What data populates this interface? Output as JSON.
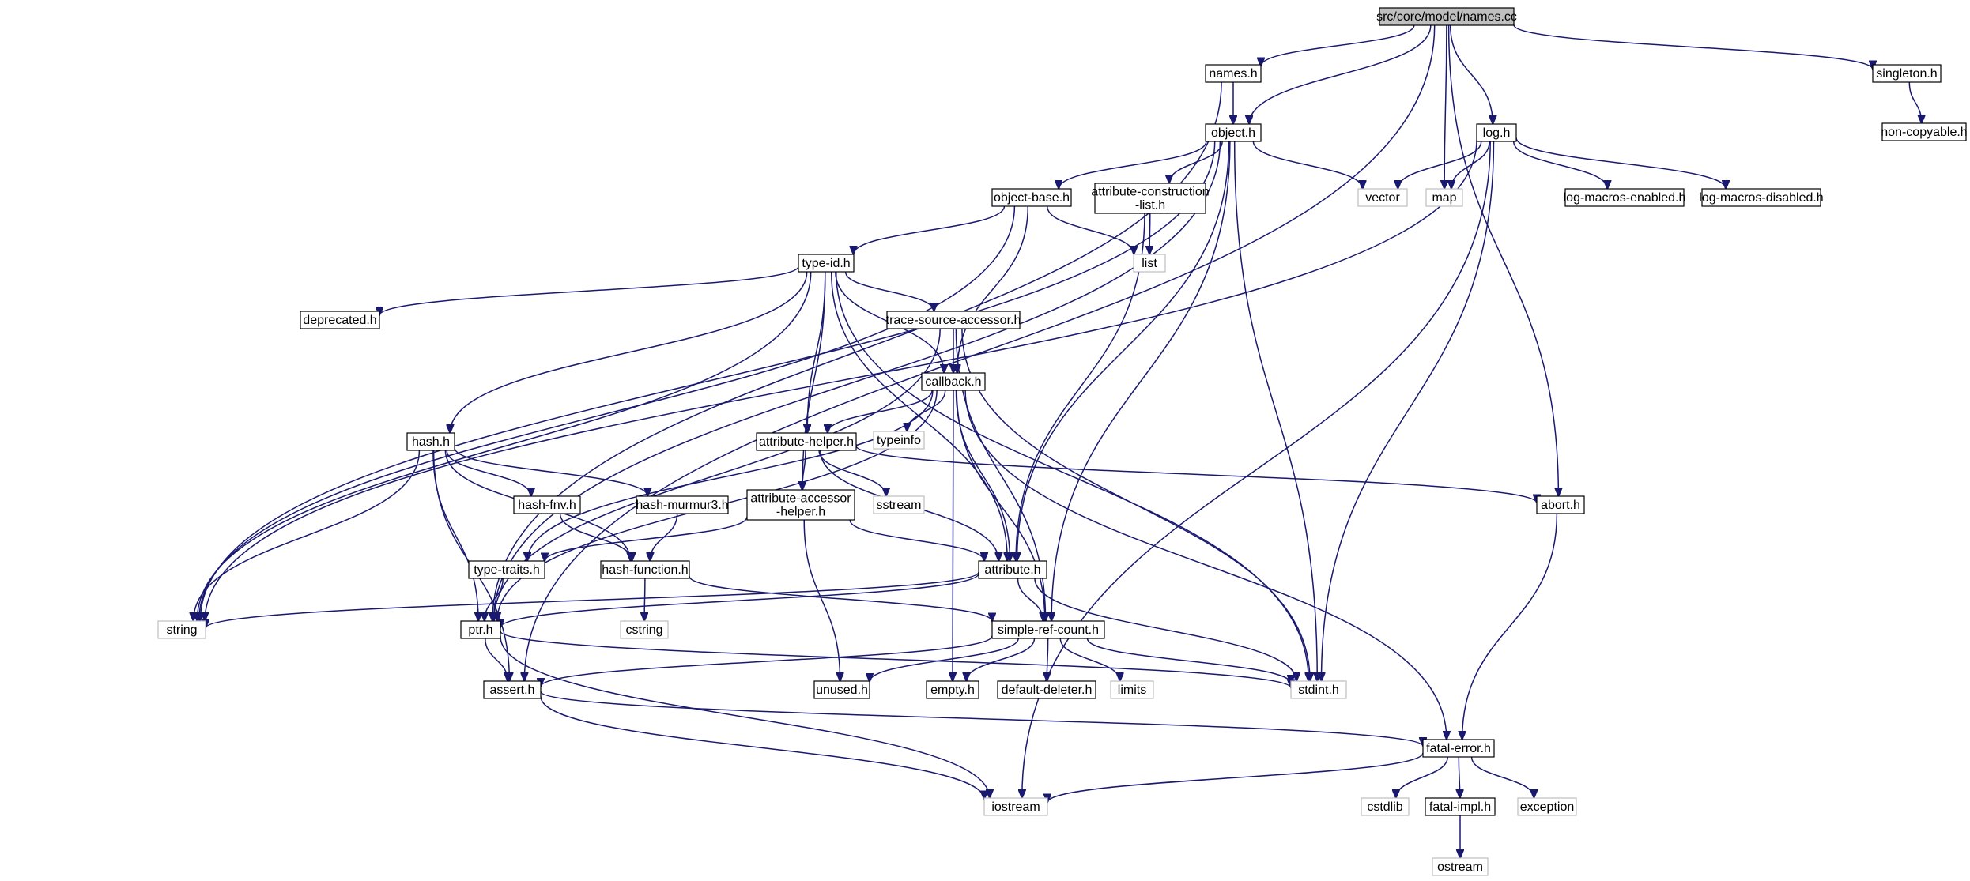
{
  "diagram": {
    "edge_color": "#191970",
    "nodes": [
      {
        "id": "names_cc",
        "lines": [
          "src/core/model/names.cc"
        ],
        "kind": "root"
      },
      {
        "id": "names_h",
        "lines": [
          "names.h"
        ],
        "kind": "header"
      },
      {
        "id": "singleton_h",
        "lines": [
          "singleton.h"
        ],
        "kind": "header"
      },
      {
        "id": "non_copyable_h",
        "lines": [
          "non-copyable.h"
        ],
        "kind": "header"
      },
      {
        "id": "object_h",
        "lines": [
          "object.h"
        ],
        "kind": "header"
      },
      {
        "id": "log_h",
        "lines": [
          "log.h"
        ],
        "kind": "header"
      },
      {
        "id": "vector",
        "lines": [
          "vector"
        ],
        "kind": "system"
      },
      {
        "id": "map",
        "lines": [
          "map"
        ],
        "kind": "system"
      },
      {
        "id": "log_macros_enabled_h",
        "lines": [
          "log-macros-enabled.h"
        ],
        "kind": "header"
      },
      {
        "id": "log_macros_disabled_h",
        "lines": [
          "log-macros-disabled.h"
        ],
        "kind": "header"
      },
      {
        "id": "object_base_h",
        "lines": [
          "object-base.h"
        ],
        "kind": "header"
      },
      {
        "id": "attribute_construction_list_h",
        "lines": [
          "attribute-construction",
          "-list.h"
        ],
        "kind": "header"
      },
      {
        "id": "list",
        "lines": [
          "list"
        ],
        "kind": "system"
      },
      {
        "id": "type_id_h",
        "lines": [
          "type-id.h"
        ],
        "kind": "header"
      },
      {
        "id": "deprecated_h",
        "lines": [
          "deprecated.h"
        ],
        "kind": "header"
      },
      {
        "id": "trace_source_accessor_h",
        "lines": [
          "trace-source-accessor.h"
        ],
        "kind": "header"
      },
      {
        "id": "callback_h",
        "lines": [
          "callback.h"
        ],
        "kind": "header"
      },
      {
        "id": "typeinfo",
        "lines": [
          "typeinfo"
        ],
        "kind": "system"
      },
      {
        "id": "hash_h",
        "lines": [
          "hash.h"
        ],
        "kind": "header"
      },
      {
        "id": "attribute_helper_h",
        "lines": [
          "attribute-helper.h"
        ],
        "kind": "header"
      },
      {
        "id": "sstream",
        "lines": [
          "sstream"
        ],
        "kind": "system"
      },
      {
        "id": "abort_h",
        "lines": [
          "abort.h"
        ],
        "kind": "header"
      },
      {
        "id": "hash_fnv_h",
        "lines": [
          "hash-fnv.h"
        ],
        "kind": "header"
      },
      {
        "id": "hash_murmur3_h",
        "lines": [
          "hash-murmur3.h"
        ],
        "kind": "header"
      },
      {
        "id": "attribute_accessor_helper_h",
        "lines": [
          "attribute-accessor",
          "-helper.h"
        ],
        "kind": "header"
      },
      {
        "id": "type_traits_h",
        "lines": [
          "type-traits.h"
        ],
        "kind": "header"
      },
      {
        "id": "hash_function_h",
        "lines": [
          "hash-function.h"
        ],
        "kind": "header"
      },
      {
        "id": "attribute_h",
        "lines": [
          "attribute.h"
        ],
        "kind": "header"
      },
      {
        "id": "string",
        "lines": [
          "string"
        ],
        "kind": "system"
      },
      {
        "id": "ptr_h",
        "lines": [
          "ptr.h"
        ],
        "kind": "header"
      },
      {
        "id": "cstring",
        "lines": [
          "cstring"
        ],
        "kind": "system"
      },
      {
        "id": "simple_ref_count_h",
        "lines": [
          "simple-ref-count.h"
        ],
        "kind": "header"
      },
      {
        "id": "assert_h",
        "lines": [
          "assert.h"
        ],
        "kind": "header"
      },
      {
        "id": "unused_h",
        "lines": [
          "unused.h"
        ],
        "kind": "header"
      },
      {
        "id": "empty_h",
        "lines": [
          "empty.h"
        ],
        "kind": "header"
      },
      {
        "id": "default_deleter_h",
        "lines": [
          "default-deleter.h"
        ],
        "kind": "header"
      },
      {
        "id": "limits",
        "lines": [
          "limits"
        ],
        "kind": "system"
      },
      {
        "id": "stdint_h",
        "lines": [
          "stdint.h"
        ],
        "kind": "system"
      },
      {
        "id": "fatal_error_h",
        "lines": [
          "fatal-error.h"
        ],
        "kind": "header"
      },
      {
        "id": "iostream",
        "lines": [
          "iostream"
        ],
        "kind": "system"
      },
      {
        "id": "cstdlib",
        "lines": [
          "cstdlib"
        ],
        "kind": "system"
      },
      {
        "id": "fatal_impl_h",
        "lines": [
          "fatal-impl.h"
        ],
        "kind": "header"
      },
      {
        "id": "exception",
        "lines": [
          "exception"
        ],
        "kind": "system"
      },
      {
        "id": "ostream",
        "lines": [
          "ostream"
        ],
        "kind": "system"
      }
    ],
    "edges": [
      [
        "names_cc",
        "names_h"
      ],
      [
        "names_cc",
        "object_h"
      ],
      [
        "names_cc",
        "log_h"
      ],
      [
        "names_cc",
        "map"
      ],
      [
        "names_cc",
        "singleton_h"
      ],
      [
        "names_cc",
        "abort_h"
      ],
      [
        "names_cc",
        "assert_h"
      ],
      [
        "names_h",
        "object_h"
      ],
      [
        "names_h",
        "ptr_h"
      ],
      [
        "singleton_h",
        "non_copyable_h"
      ],
      [
        "object_h",
        "object_base_h"
      ],
      [
        "object_h",
        "attribute_construction_list_h"
      ],
      [
        "object_h",
        "vector"
      ],
      [
        "object_h",
        "attribute_h"
      ],
      [
        "object_h",
        "stdint_h"
      ],
      [
        "object_h",
        "simple_ref_count_h"
      ],
      [
        "object_h",
        "string"
      ],
      [
        "object_h",
        "ptr_h"
      ],
      [
        "log_h",
        "vector"
      ],
      [
        "log_h",
        "map"
      ],
      [
        "log_h",
        "log_macros_enabled_h"
      ],
      [
        "log_h",
        "log_macros_disabled_h"
      ],
      [
        "log_h",
        "stdint_h"
      ],
      [
        "log_h",
        "iostream"
      ],
      [
        "log_h",
        "string"
      ],
      [
        "object_base_h",
        "type_id_h"
      ],
      [
        "object_base_h",
        "list"
      ],
      [
        "object_base_h",
        "callback_h"
      ],
      [
        "object_base_h",
        "string"
      ],
      [
        "attribute_construction_list_h",
        "list"
      ],
      [
        "attribute_construction_list_h",
        "attribute_h"
      ],
      [
        "type_id_h",
        "deprecated_h"
      ],
      [
        "type_id_h",
        "trace_source_accessor_h"
      ],
      [
        "type_id_h",
        "callback_h"
      ],
      [
        "type_id_h",
        "hash_h"
      ],
      [
        "type_id_h",
        "attribute_helper_h"
      ],
      [
        "type_id_h",
        "attribute_accessor_helper_h"
      ],
      [
        "type_id_h",
        "attribute_h"
      ],
      [
        "type_id_h",
        "stdint_h"
      ],
      [
        "type_id_h",
        "string"
      ],
      [
        "trace_source_accessor_h",
        "callback_h"
      ],
      [
        "trace_source_accessor_h",
        "ptr_h"
      ],
      [
        "trace_source_accessor_h",
        "simple_ref_count_h"
      ],
      [
        "trace_source_accessor_h",
        "stdint_h"
      ],
      [
        "callback_h",
        "typeinfo"
      ],
      [
        "callback_h",
        "attribute_helper_h"
      ],
      [
        "callback_h",
        "attribute_h"
      ],
      [
        "callback_h",
        "simple_ref_count_h"
      ],
      [
        "callback_h",
        "empty_h"
      ],
      [
        "callback_h",
        "fatal_error_h"
      ],
      [
        "callback_h",
        "type_traits_h"
      ],
      [
        "callback_h",
        "ptr_h"
      ],
      [
        "hash_h",
        "hash_fnv_h"
      ],
      [
        "hash_h",
        "hash_murmur3_h"
      ],
      [
        "hash_h",
        "hash_function_h"
      ],
      [
        "hash_h",
        "string"
      ],
      [
        "hash_h",
        "ptr_h"
      ],
      [
        "hash_h",
        "assert_h"
      ],
      [
        "attribute_helper_h",
        "attribute_accessor_helper_h"
      ],
      [
        "attribute_helper_h",
        "sstream"
      ],
      [
        "attribute_helper_h",
        "attribute_h"
      ],
      [
        "attribute_helper_h",
        "abort_h"
      ],
      [
        "abort_h",
        "fatal_error_h"
      ],
      [
        "hash_fnv_h",
        "hash_function_h"
      ],
      [
        "hash_murmur3_h",
        "hash_function_h"
      ],
      [
        "attribute_accessor_helper_h",
        "type_traits_h"
      ],
      [
        "attribute_accessor_helper_h",
        "attribute_h"
      ],
      [
        "attribute_accessor_helper_h",
        "unused_h"
      ],
      [
        "type_traits_h",
        "ptr_h"
      ],
      [
        "hash_function_h",
        "cstring"
      ],
      [
        "hash_function_h",
        "simple_ref_count_h"
      ],
      [
        "attribute_h",
        "ptr_h"
      ],
      [
        "attribute_h",
        "simple_ref_count_h"
      ],
      [
        "attribute_h",
        "string"
      ],
      [
        "attribute_h",
        "stdint_h"
      ],
      [
        "ptr_h",
        "assert_h"
      ],
      [
        "ptr_h",
        "iostream"
      ],
      [
        "ptr_h",
        "stdint_h"
      ],
      [
        "simple_ref_count_h",
        "assert_h"
      ],
      [
        "simple_ref_count_h",
        "unused_h"
      ],
      [
        "simple_ref_count_h",
        "empty_h"
      ],
      [
        "simple_ref_count_h",
        "default_deleter_h"
      ],
      [
        "simple_ref_count_h",
        "limits"
      ],
      [
        "simple_ref_count_h",
        "stdint_h"
      ],
      [
        "assert_h",
        "fatal_error_h"
      ],
      [
        "assert_h",
        "iostream"
      ],
      [
        "fatal_error_h",
        "iostream"
      ],
      [
        "fatal_error_h",
        "cstdlib"
      ],
      [
        "fatal_error_h",
        "fatal_impl_h"
      ],
      [
        "fatal_error_h",
        "exception"
      ],
      [
        "fatal_impl_h",
        "ostream"
      ]
    ]
  }
}
